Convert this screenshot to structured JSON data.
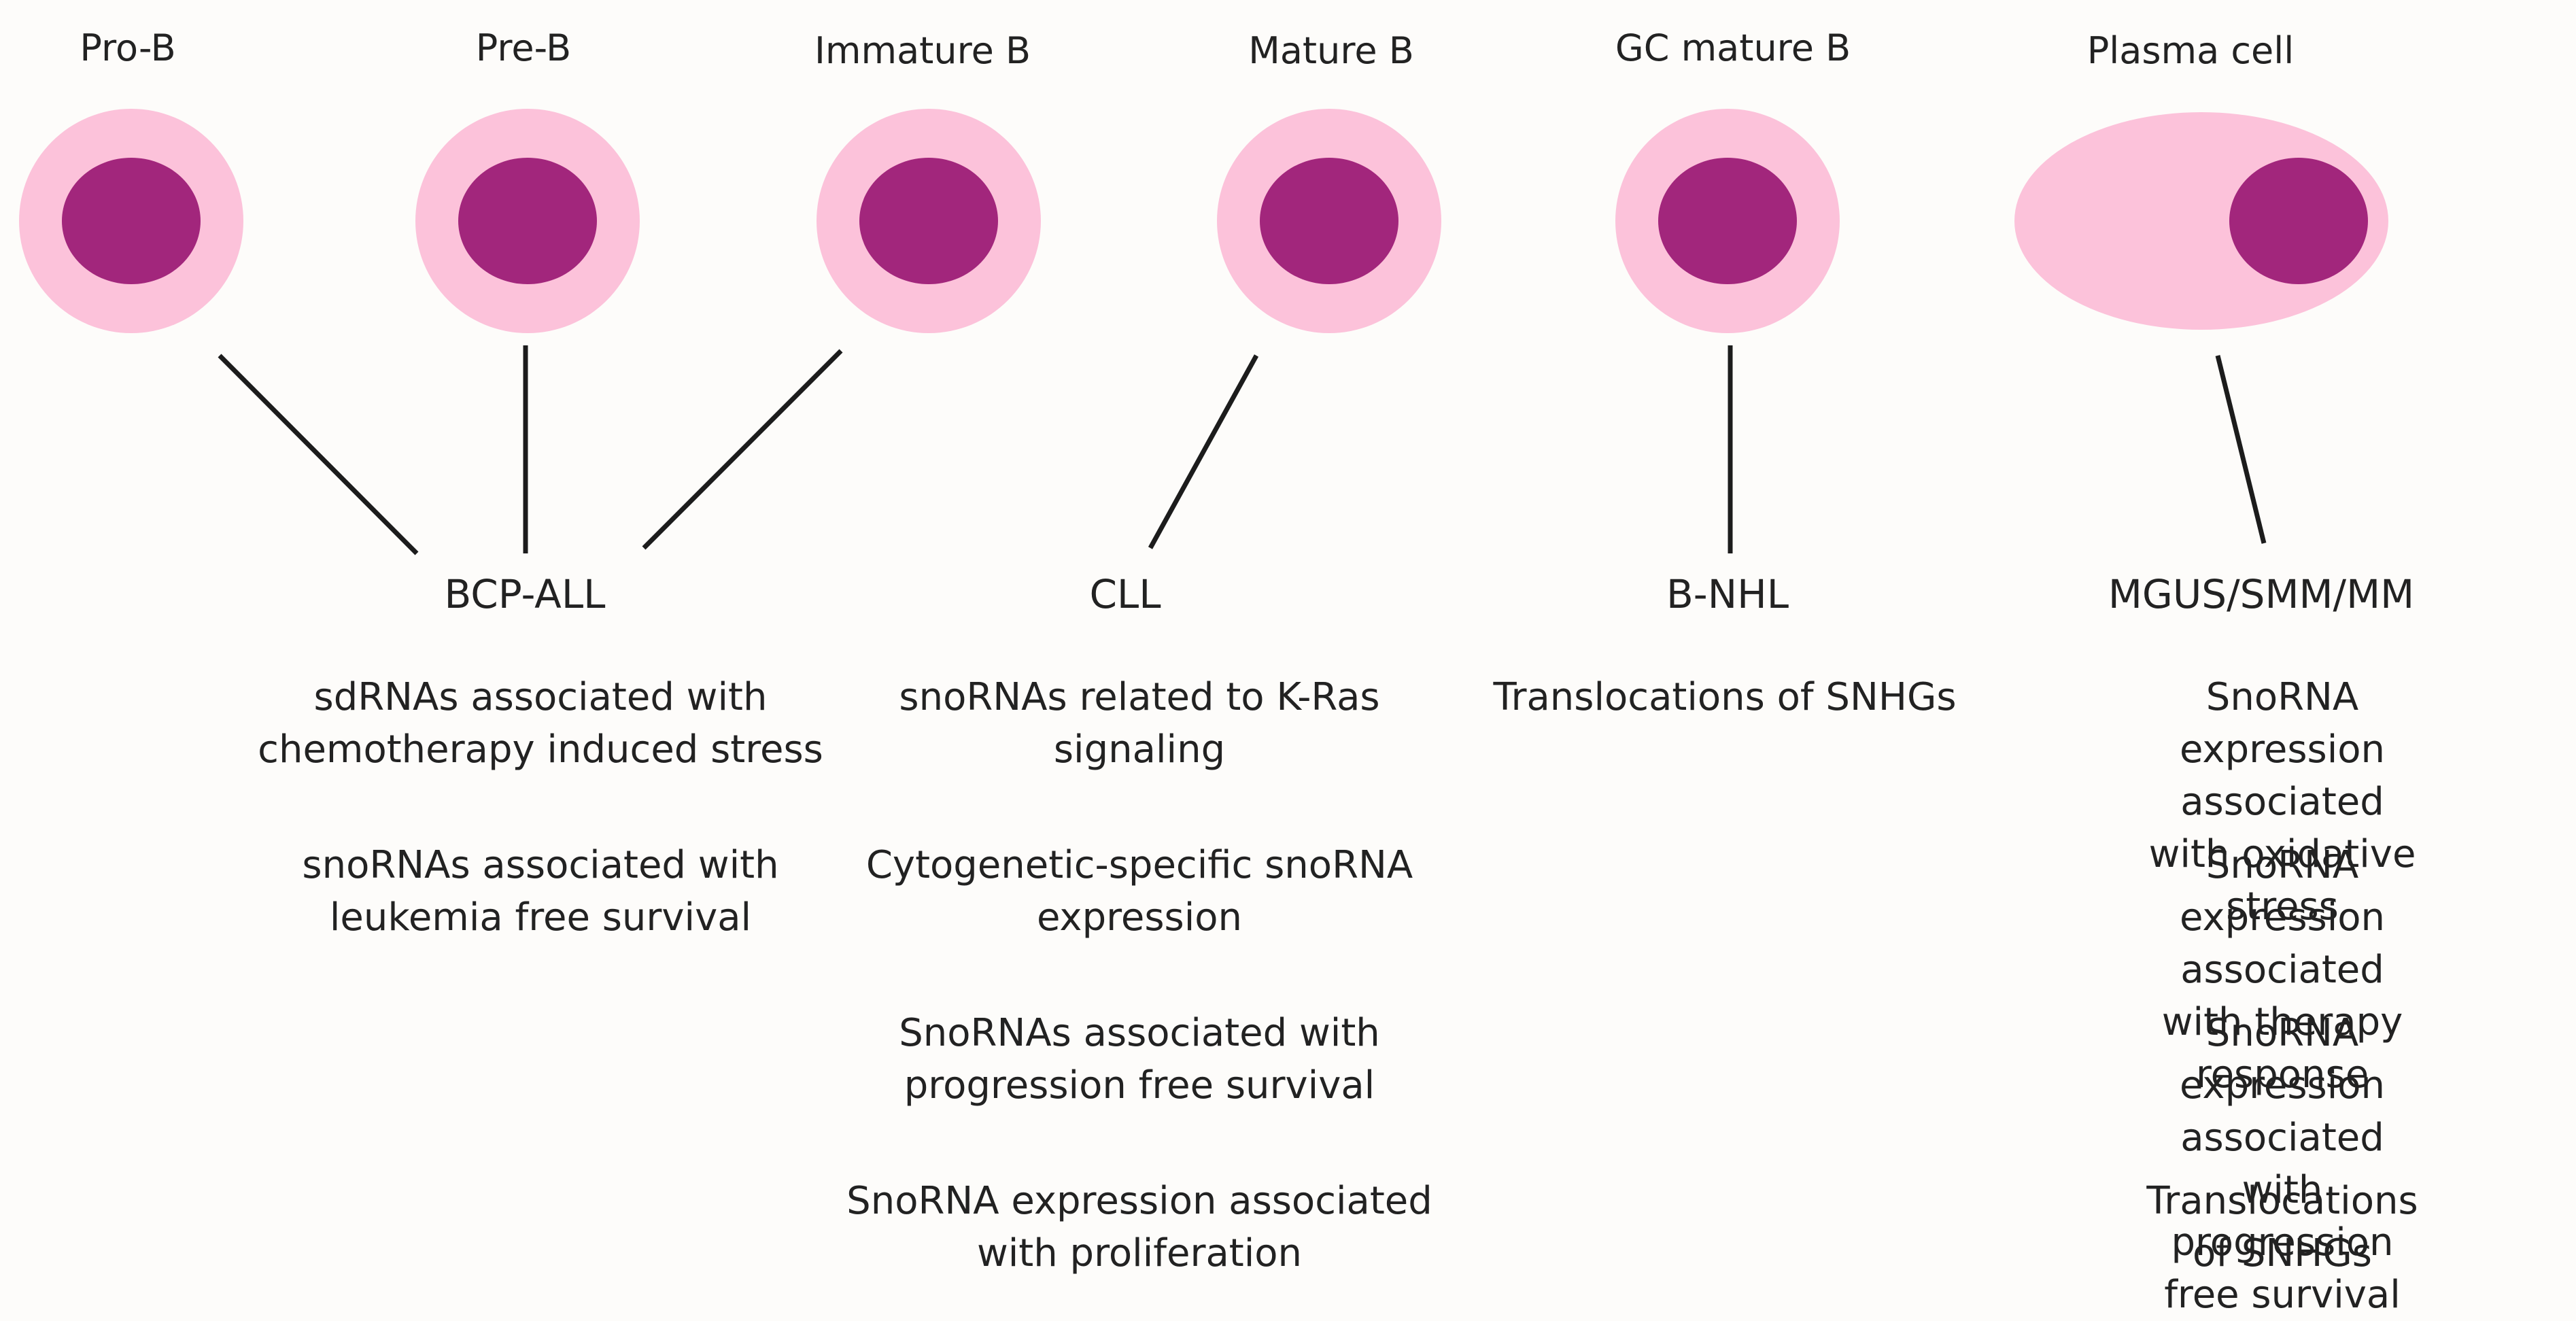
{
  "colors": {
    "background": "#fdfcfa",
    "cytoplasm": "#fcc2da",
    "nucleus": "#a2267c",
    "line": "#1c1c1c",
    "text": "#222222"
  },
  "stages": [
    {
      "label": "Pro-B"
    },
    {
      "label": "Pre-B"
    },
    {
      "label": "Immature B"
    },
    {
      "label": "Mature B"
    },
    {
      "label": "GC mature B"
    },
    {
      "label": "Plasma cell"
    }
  ],
  "diseases": [
    {
      "label": "BCP-ALL",
      "findings": [
        [
          "sdRNAs associated with",
          "chemotherapy induced stress"
        ],
        [
          "snoRNAs associated with",
          "leukemia free survival"
        ]
      ]
    },
    {
      "label": "CLL",
      "findings": [
        [
          "snoRNAs related to K-Ras",
          "signaling"
        ],
        [
          "Cytogenetic-specific snoRNA",
          "expression"
        ],
        [
          "SnoRNAs associated with",
          "progression free survival"
        ],
        [
          "SnoRNA expression associated",
          "with proliferation"
        ]
      ]
    },
    {
      "label": "B-NHL",
      "findings": [
        [
          "Translocations of SNHGs"
        ]
      ]
    },
    {
      "label": "MGUS/SMM/MM",
      "findings": [
        [
          "SnoRNA expression associated",
          "with oxidative stress"
        ],
        [
          "SnoRNA expression associated",
          "with therapy response"
        ],
        [
          "SnoRNA expression associated",
          "with progression free survival"
        ],
        [
          "Translocations of SNHGs"
        ]
      ]
    }
  ]
}
